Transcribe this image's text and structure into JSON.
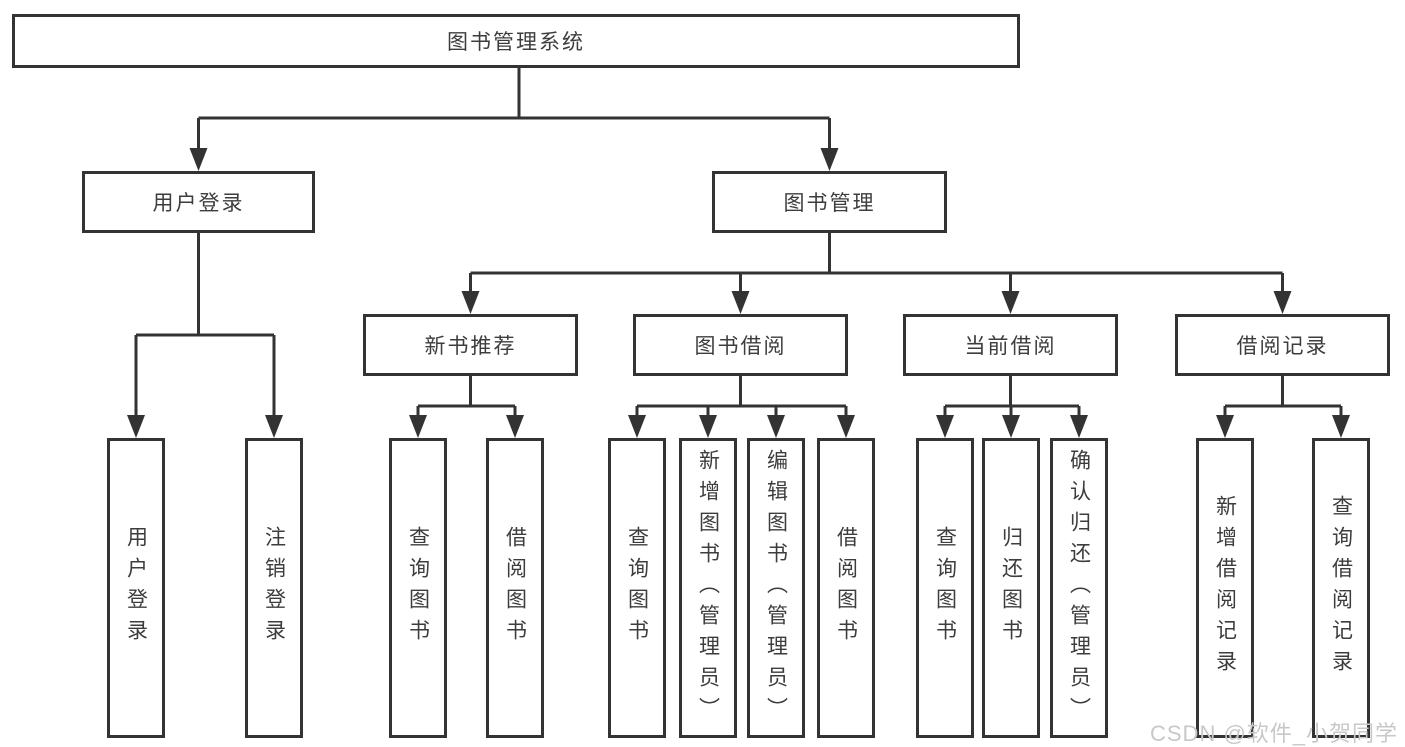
{
  "tree": {
    "root": {
      "label": "图书管理系统"
    },
    "branches": [
      {
        "label": "用户登录",
        "children": [
          {
            "label": "用户登录"
          },
          {
            "label": "注销登录"
          }
        ]
      },
      {
        "label": "图书管理",
        "children": [
          {
            "label": "新书推荐",
            "children": [
              {
                "label": "查询图书"
              },
              {
                "label": "借阅图书"
              }
            ]
          },
          {
            "label": "图书借阅",
            "children": [
              {
                "label": "查询图书"
              },
              {
                "label": "新增图书（管理员）"
              },
              {
                "label": "编辑图书（管理员）"
              },
              {
                "label": "借阅图书"
              }
            ]
          },
          {
            "label": "当前借阅",
            "children": [
              {
                "label": "查询图书"
              },
              {
                "label": "归还图书"
              },
              {
                "label": "确认归还（管理员）"
              }
            ]
          },
          {
            "label": "借阅记录",
            "children": [
              {
                "label": "新增借阅记录"
              },
              {
                "label": "查询借阅记录"
              }
            ]
          }
        ]
      }
    ]
  },
  "watermark": "CSDN @软件_小贺同学",
  "colors": {
    "line": "#333333",
    "text": "#3d3d3d",
    "watermark": "#c8c8c8",
    "background": "#ffffff"
  }
}
